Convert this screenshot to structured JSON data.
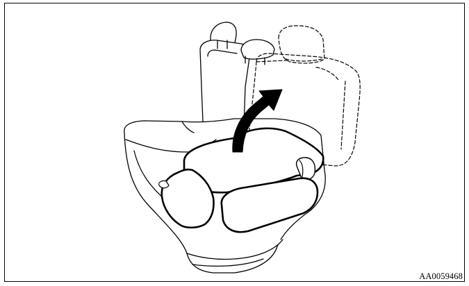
{
  "figure": {
    "code": "AA0059468",
    "line_color": "#000000",
    "fill_color": "#ffffff",
    "arrow_direction": "upward-right",
    "icons": {
      "seat": "rear-seat-illustration",
      "arrow": "curved-arrow-icon"
    }
  }
}
